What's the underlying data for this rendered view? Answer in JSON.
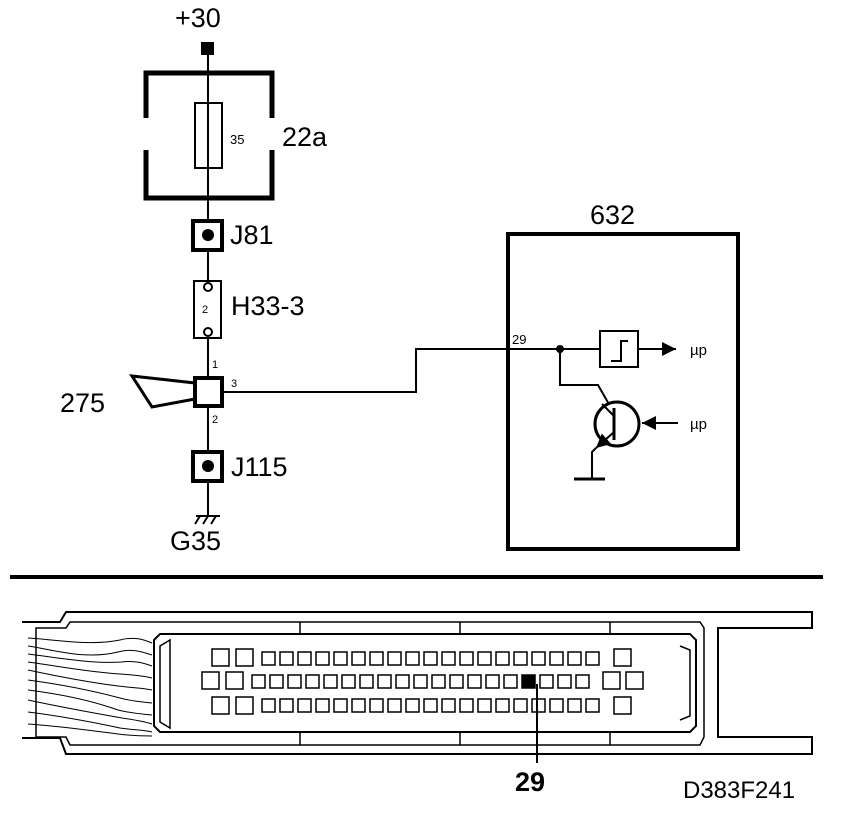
{
  "supply": {
    "label": "+30"
  },
  "fuse_box": {
    "label": "22a",
    "fuse_number": "35"
  },
  "connectors": {
    "j81": {
      "label": "J81"
    },
    "h33": {
      "label": "H33-3",
      "pin": "2"
    },
    "j115": {
      "label": "J115"
    }
  },
  "sensor": {
    "label": "275",
    "pin_top": "1",
    "pin_right": "3",
    "pin_bottom": "2"
  },
  "ground": {
    "label": "G35"
  },
  "module": {
    "label": "632",
    "pin": "29",
    "output_label": "µp",
    "input_label": "µp"
  },
  "plug": {
    "callout": "29"
  },
  "figure_id": "D383F241"
}
